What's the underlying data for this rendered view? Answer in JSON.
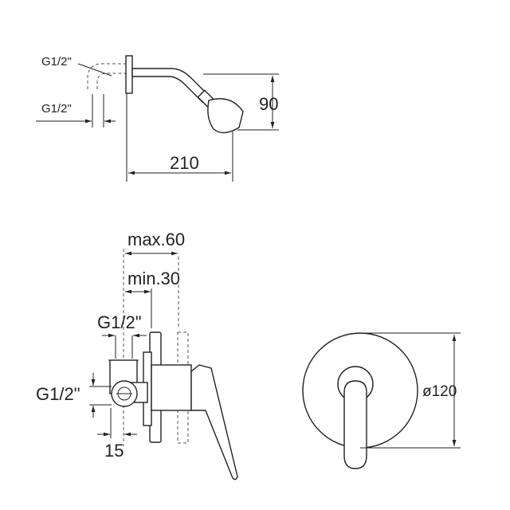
{
  "shower_head_view": {
    "thread_label_top": "G1/2\"",
    "thread_label_bottom": "G1/2\"",
    "height_dimension": "90",
    "length_dimension": "210"
  },
  "mixer_side_view": {
    "max_depth_label": "max.60",
    "min_depth_label": "min.30",
    "thread_label_top": "G1/2\"",
    "thread_label_left": "G1/2\"",
    "offset_dimension": "15"
  },
  "mixer_front_view": {
    "diameter_label": "ø120"
  }
}
